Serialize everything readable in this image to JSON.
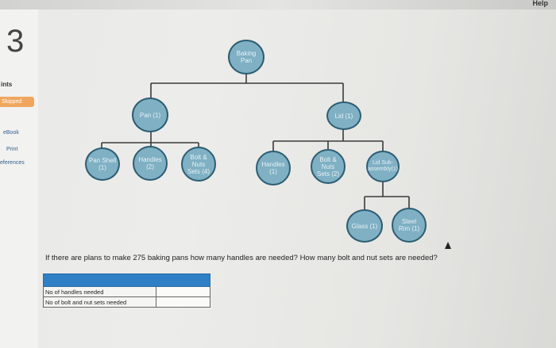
{
  "header": {
    "help_label": "Help"
  },
  "sidebar": {
    "question_number": "3",
    "points_label": "ints",
    "status_badge": "Skipped",
    "links": {
      "ebook": "eBook",
      "print": "Print",
      "references": "eferences"
    }
  },
  "diagram": {
    "nodes": {
      "root": "Baking\nPan",
      "pan": "Pan (1)",
      "lid": "Lid (1)",
      "pan_shell": "Pan Shell\n(1)",
      "pan_handles": "Handles\n(2)",
      "pan_bolt": "Bolt &\nNuts\nSets (4)",
      "lid_handles": "Handles\n(1)",
      "lid_bolt": "Bolt &\nNuts\nSets (2)",
      "lid_sub": "Lid Sub-\nassembly(1)",
      "glass": "Glass (1)",
      "steel_rim": "Steel\nRim (1)"
    },
    "colors": {
      "node_fill": "#7fb0c4",
      "node_border": "#2c5d72"
    }
  },
  "question": {
    "text": "If there are plans to make 275 baking pans how many handles are needed? How many bolt and nut sets are needed?"
  },
  "answer_table": {
    "rows": [
      {
        "label": "No of handles needed",
        "value": ""
      },
      {
        "label": "No of bolt and nut sets needed",
        "value": ""
      }
    ],
    "header_color": "#2f7fc6"
  }
}
